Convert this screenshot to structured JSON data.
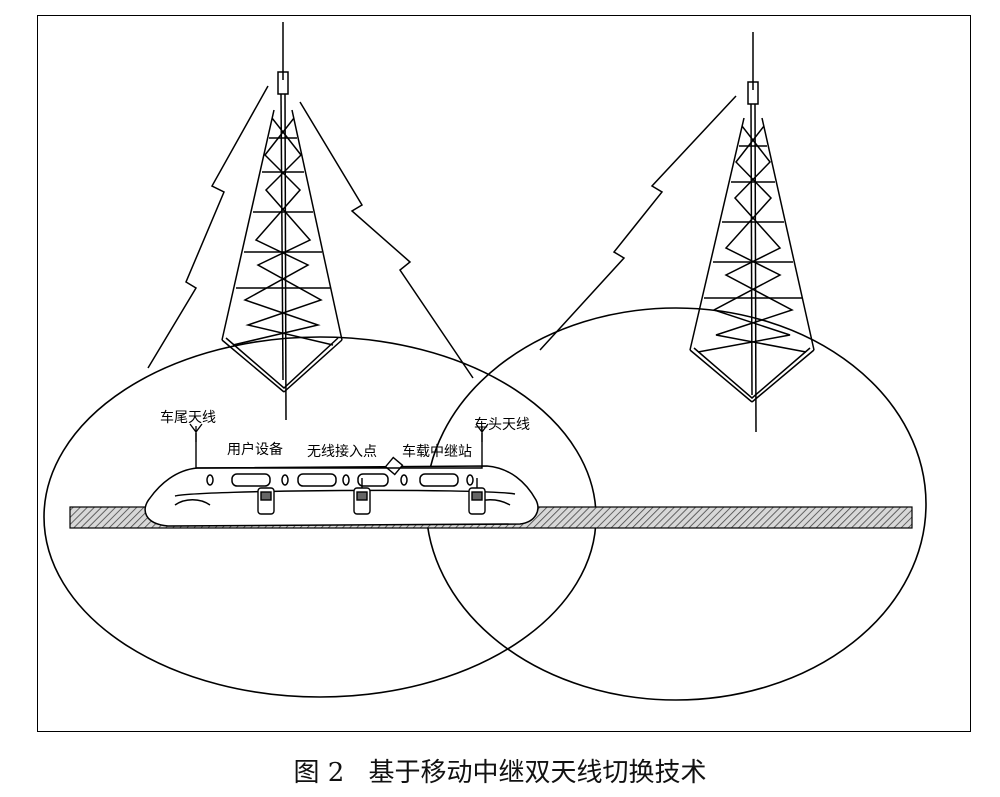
{
  "diagram": {
    "labels": {
      "tail_antenna": "车尾天线",
      "head_antenna": "车头天线",
      "user_equipment": "用户设备",
      "wireless_ap": "无线接入点",
      "onboard_relay": "车载中继站"
    }
  },
  "caption": {
    "number": "图 2",
    "title": "基于移动中继双天线切换技术"
  }
}
